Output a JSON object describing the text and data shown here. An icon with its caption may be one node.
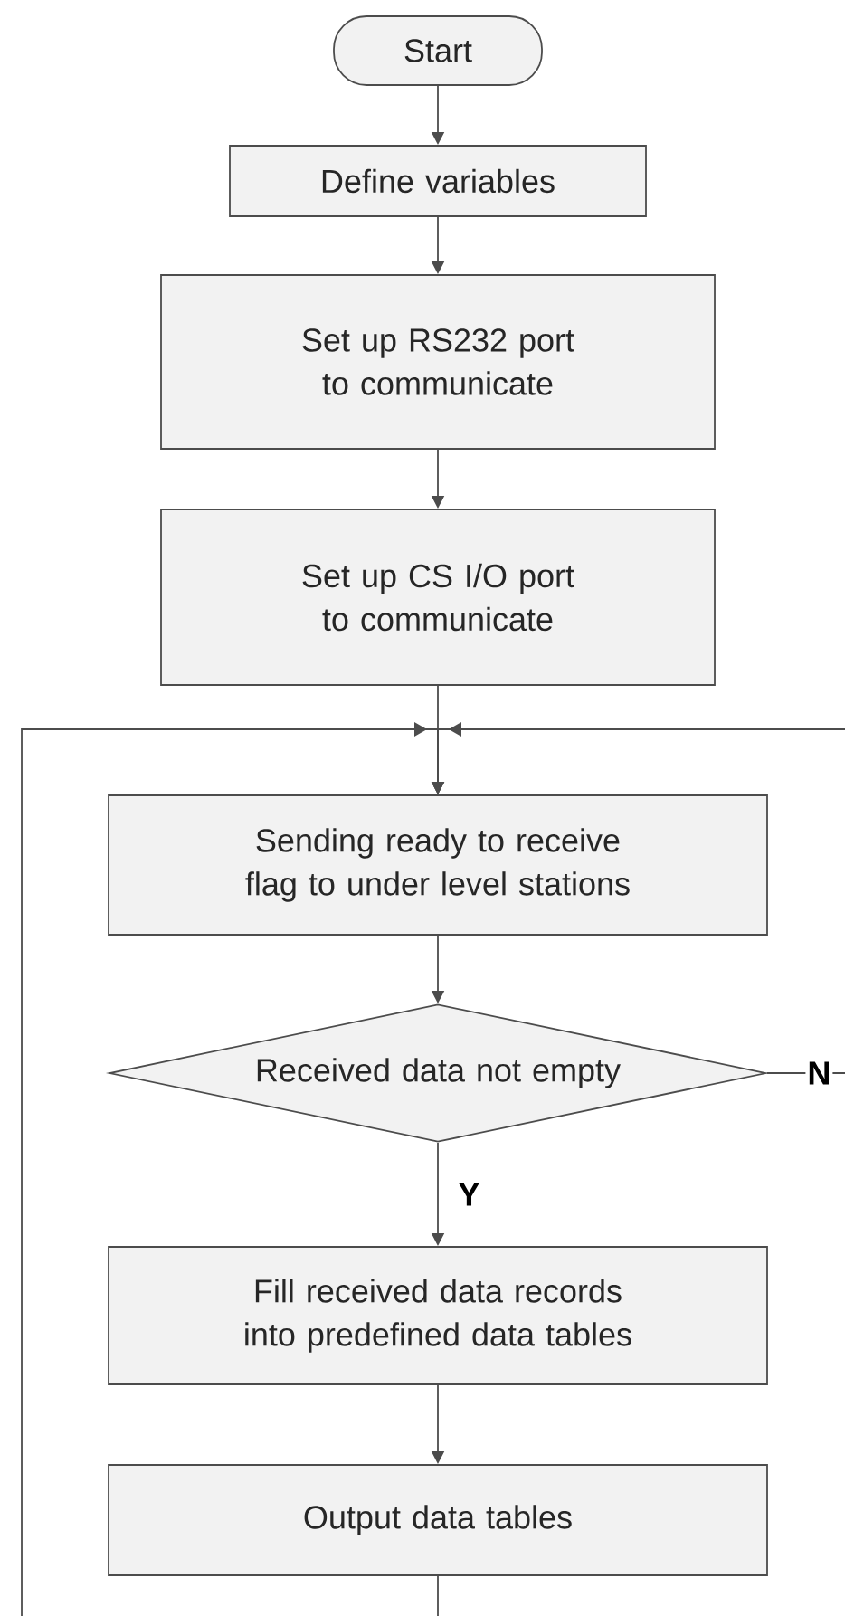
{
  "diagram": {
    "nodes": [
      {
        "text": [
          "Start"
        ]
      },
      {
        "text": [
          "Define variables"
        ]
      },
      {
        "text": [
          "Set up RS232 port to communicate"
        ]
      },
      {
        "text": [
          "Set up CS I/O port to communicate"
        ]
      },
      {
        "text": [
          "Sending ready to receive flag to under level stations"
        ]
      },
      {
        "text": [
          "Received data not empty"
        ]
      },
      {
        "text": [
          "Fill received data records into predefined data tables"
        ]
      },
      {
        "text": [
          "Output data tables"
        ]
      }
    ],
    "edges": [
      {
        "from": 0,
        "to": 1,
        "arrow": "to"
      },
      {
        "from": 1,
        "to": 2,
        "arrow": "to"
      },
      {
        "from": 2,
        "to": 3,
        "arrow": "to"
      },
      {
        "from": 3,
        "to": 4,
        "arrow": "to"
      },
      {
        "from": 4,
        "to": 5,
        "arrow": "to"
      },
      {
        "from": 5,
        "to": 6,
        "arrow": "to",
        "label": "Y"
      },
      {
        "from": 6,
        "to": 7,
        "arrow": "to"
      },
      {
        "from": 7,
        "to": 4,
        "arrow": "to"
      },
      {
        "from": 5,
        "to": 4,
        "arrow": "to",
        "label": "N"
      }
    ]
  }
}
